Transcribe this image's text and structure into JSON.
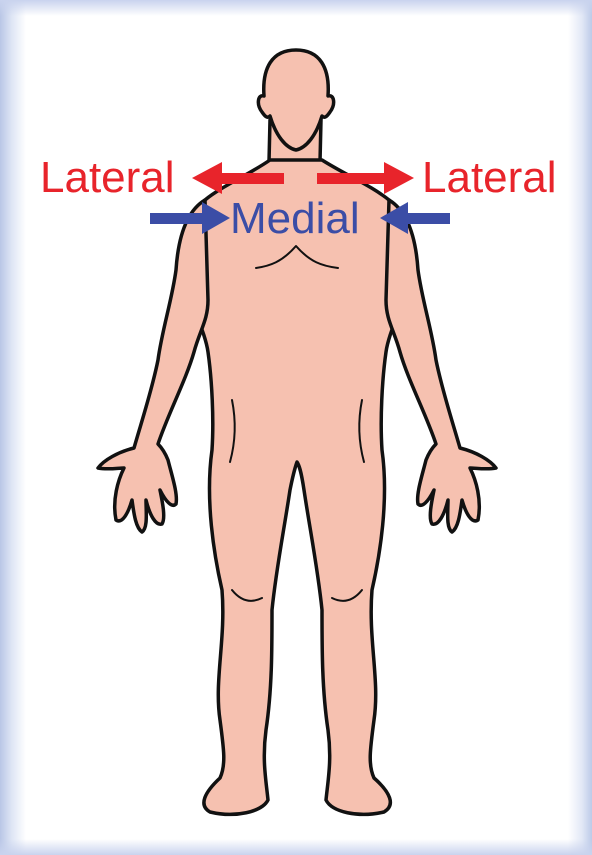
{
  "labels": {
    "lateral_left": "Lateral",
    "lateral_right": "Lateral",
    "medial": "Medial"
  },
  "colors": {
    "lateral": "#e8242b",
    "medial": "#3b4da6",
    "skin": "#f6c1b0",
    "outline": "#111111"
  },
  "icons": {
    "lateral_arrows": "arrow-outward",
    "medial_arrows": "arrow-inward"
  }
}
